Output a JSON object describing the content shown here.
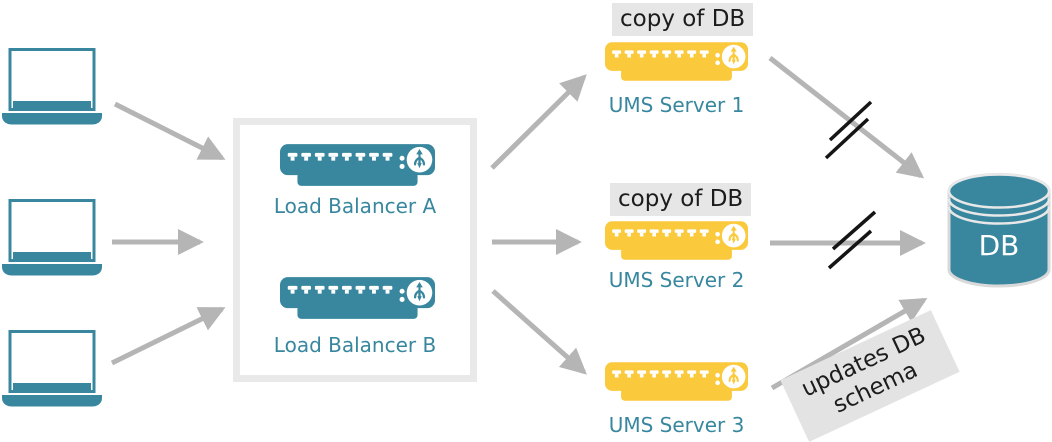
{
  "colors": {
    "teal": "#38879F",
    "yellow": "#FBC93C",
    "arrow_gray": "#B5B5B5",
    "slash_black": "#151515",
    "badge_bg": "#E6E6E6",
    "badge_text": "#1C1C1C",
    "box_border": "#E9E9E9",
    "db_label_text": "#FFFFFF"
  },
  "load_balancer_box": {
    "items": [
      {
        "label": "Load Balancer A"
      },
      {
        "label": "Load Balancer B"
      }
    ]
  },
  "ums_servers": [
    {
      "label": "UMS Server 1",
      "badge": "copy of DB"
    },
    {
      "label": "UMS Server 2",
      "badge": "copy of DB"
    },
    {
      "label": "UMS Server 3"
    }
  ],
  "database": {
    "label": "DB"
  },
  "annotation": {
    "line1": "updates DB",
    "line2": "schema"
  },
  "connections": [
    {
      "from": "client-1",
      "to": "load-balancer-box"
    },
    {
      "from": "client-2",
      "to": "load-balancer-box"
    },
    {
      "from": "client-3",
      "to": "load-balancer-box"
    },
    {
      "from": "load-balancer-box",
      "to": "UMS Server 1"
    },
    {
      "from": "load-balancer-box",
      "to": "UMS Server 2"
    },
    {
      "from": "load-balancer-box",
      "to": "UMS Server 3"
    },
    {
      "from": "UMS Server 1",
      "to": "DB",
      "state": "blocked (double slash)"
    },
    {
      "from": "UMS Server 2",
      "to": "DB",
      "state": "blocked (double slash)"
    },
    {
      "from": "UMS Server 3",
      "to": "DB",
      "state": "active",
      "note": "updates DB schema"
    }
  ]
}
